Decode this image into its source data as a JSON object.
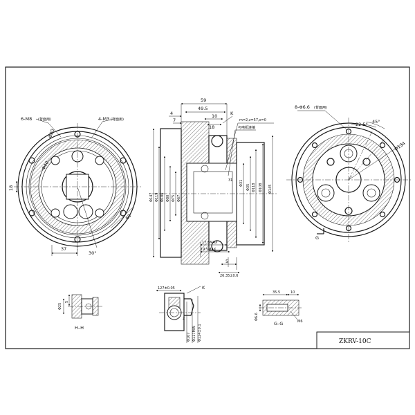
{
  "left_view": {
    "label_m8": "6-M8",
    "label_m8_note": "(背面用)",
    "label_m3": "4-M3",
    "label_m3_note": "(背面用)",
    "dia_outer_hole": "Φ80",
    "dia_inner": "Φ40",
    "dim_37": "37",
    "angle_30": "30°",
    "dim_18": "18",
    "dim_60": "60"
  },
  "middle_view": {
    "dim_59": "59",
    "dim_49_5": "49.5",
    "dim_4": "4",
    "dim_7": "7",
    "dim_10": "10",
    "dim_18": "18",
    "label_k": "K",
    "gear_spec": "m=2,z=57,x=0",
    "note_cn": "与电机连接",
    "dia_147": "Φ147",
    "dia_119": "Φ119",
    "dia_100": "Φ100",
    "dia_80": "Φ80",
    "dia_75": "Φ75",
    "dia_67": "Φ67",
    "dia_31": "Φ31",
    "dia_35": "Φ35",
    "dim_31": "31",
    "dia_118": "Φ118",
    "dia_108": "Φ108",
    "dia_145": "Φ145",
    "dim_17_5max": "17.5MAX",
    "dim_19_5max": "19.5MAX",
    "dim_5": "5",
    "dim_26_35": "26.35±0.6"
  },
  "right_view": {
    "label_holes": "8-Φ6.6",
    "label_holes_note": "(背面用)",
    "angle_45": "45°",
    "angle_22_5": "22.5°",
    "dia_134": "Φ134",
    "label_g": "G"
  },
  "section_hh": {
    "label": "H–H",
    "dim_5": "5",
    "dim_25": "Φ25"
  },
  "detail_k": {
    "label_k": "K",
    "dim_127": "127±0.05",
    "dim_2": "2",
    "dia_107": "Φ107",
    "dia_117": "Φ117MIN",
    "dia_124": "Φ124±0.1"
  },
  "section_gg": {
    "label": "G–G",
    "dim_35_5": "35.5",
    "dim_10": "10",
    "dia_6_6": "Φ6.6",
    "thread": "M6"
  },
  "title_block": {
    "model": "ZKRV-10C"
  },
  "colors": {
    "line": "#1a1a1a",
    "background": "#ffffff"
  }
}
